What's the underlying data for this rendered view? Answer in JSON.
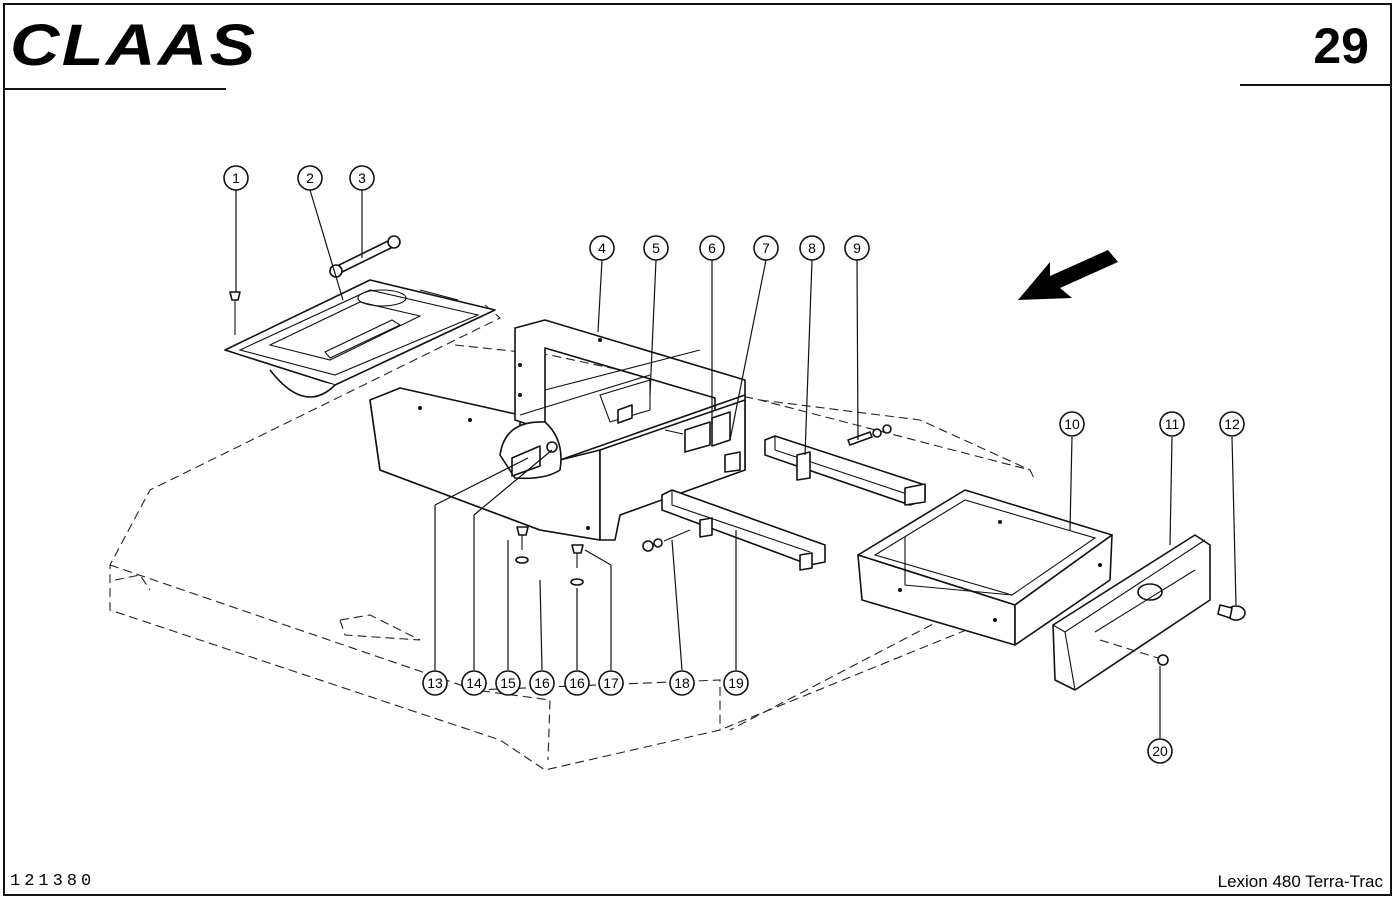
{
  "header": {
    "brand_logo": "CLAAS",
    "page_number": "29"
  },
  "footer": {
    "document_id": "121380",
    "model_name": "Lexion 480 Terra-Trac"
  },
  "diagram": {
    "callouts": [
      "1",
      "2",
      "3",
      "4",
      "5",
      "6",
      "7",
      "8",
      "9",
      "10",
      "11",
      "12",
      "13",
      "14",
      "15",
      "16",
      "16",
      "17",
      "18",
      "19",
      "20"
    ],
    "direction_arrow_icon": "travel-direction-arrow-icon"
  }
}
